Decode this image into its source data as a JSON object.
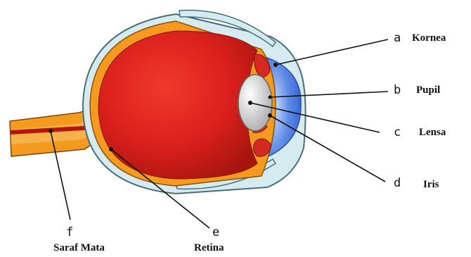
{
  "labels": {
    "a": {
      "letter": "a",
      "name": "Kornea"
    },
    "b": {
      "letter": "b",
      "name": "Pupil"
    },
    "c": {
      "letter": "c",
      "name": "Lensa"
    },
    "d": {
      "letter": "d",
      "name": "Iris"
    },
    "e": {
      "letter": "e",
      "name": "Retina"
    },
    "f": {
      "letter": "f",
      "name": "Saraf Mata"
    }
  },
  "colors": {
    "sclera": "#d6ebf0",
    "choroid": "#f39a1f",
    "vitreous": "#d61e1e",
    "cornea": "#4f7fe0",
    "lens": "#d9d9d9",
    "nerve_core": "#b3160c"
  }
}
